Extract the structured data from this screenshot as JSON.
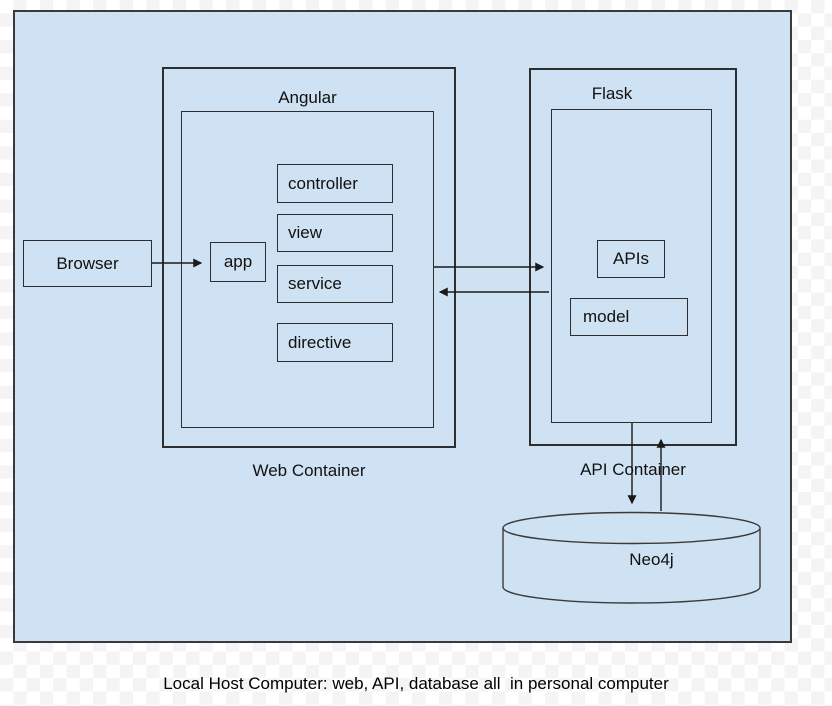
{
  "diagram": {
    "caption": "Local Host Computer: web, API, database all  in personal computer",
    "browser_label": "Browser",
    "web_container": {
      "label": "Web Container",
      "angular": {
        "label": "Angular",
        "app_label": "app",
        "components": [
          "controller",
          "view",
          "service",
          "directive"
        ]
      }
    },
    "api_container": {
      "label": "API Container",
      "flask": {
        "label": "Flask",
        "apis_label": "APIs",
        "model_label": "model"
      }
    },
    "database": {
      "label": "Neo4j",
      "shape": "cylinder"
    },
    "connections": [
      {
        "from": "Browser",
        "to": "app",
        "style": "arrow-right"
      },
      {
        "from": "Angular",
        "to": "Flask",
        "style": "arrow-right"
      },
      {
        "from": "Flask",
        "to": "Angular",
        "style": "arrow-left"
      },
      {
        "from": "Flask",
        "to": "Neo4j",
        "style": "arrow-down"
      },
      {
        "from": "Neo4j",
        "to": "Flask",
        "style": "arrow-up"
      }
    ],
    "colors": {
      "box_fill": "#cfe2f3",
      "border": "#2e2e2e",
      "arrow": "#1a1a1a",
      "checker_gray": "#f4f4f4",
      "checker_white": "#ffffff",
      "text": "#000000"
    }
  }
}
